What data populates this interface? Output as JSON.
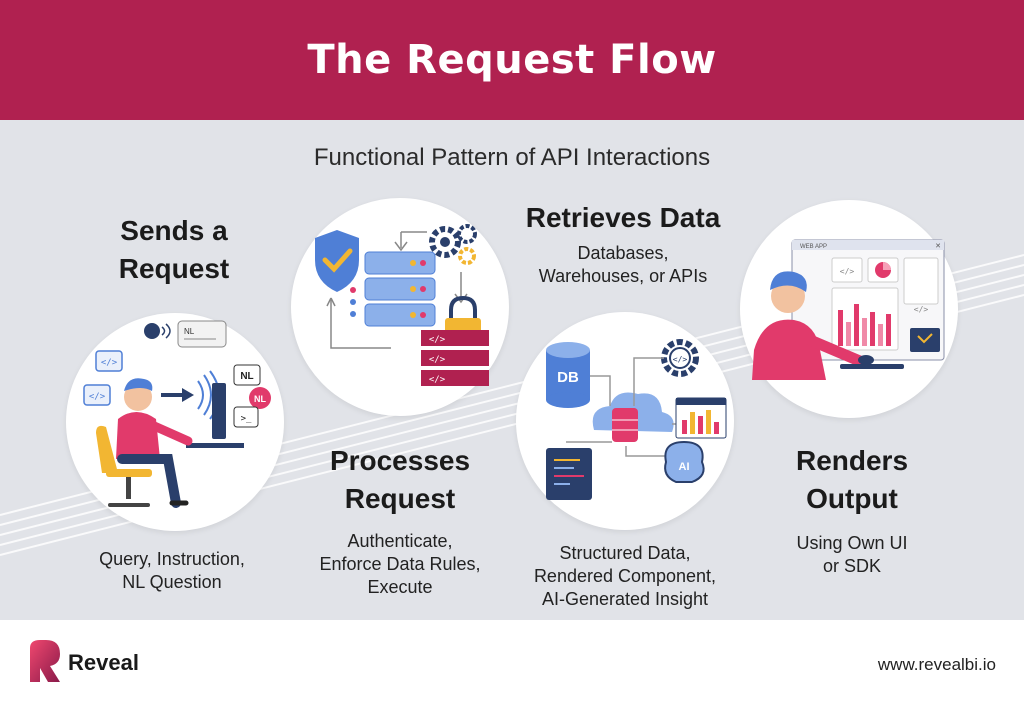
{
  "header": {
    "title": "The Request Flow"
  },
  "subtitle": "Functional Pattern of API Interactions",
  "steps": [
    {
      "title_line1": "Sends a",
      "title_line2": "Request",
      "desc_line1": "Query, Instruction,",
      "desc_line2": "NL Question"
    },
    {
      "title_line1": "Processes",
      "title_line2": "Request",
      "desc_line1": "Authenticate,",
      "desc_line2": "Enforce Data Rules,",
      "desc_line3": "Execute"
    },
    {
      "title": "Retrieves Data",
      "sub_line1": "Databases,",
      "sub_line2": "Warehouses, or APIs",
      "desc_line1": "Structured Data,",
      "desc_line2": "Rendered Component,",
      "desc_line3": "AI-Generated Insight"
    },
    {
      "title_line1": "Renders",
      "title_line2": "Output",
      "desc_line1": "Using Own UI",
      "desc_line2": "or SDK"
    }
  ],
  "illustrations": {
    "nl_label": "NL",
    "db_label": "DB",
    "ai_label": "AI",
    "code_tag": "</>",
    "window_title": "WEB APP"
  },
  "footer": {
    "brand": "Reveal",
    "website": "www.revealbi.io"
  },
  "colors": {
    "header": "#b02150",
    "accent_pink": "#e13a6b",
    "accent_blue": "#4f7fd6",
    "gold": "#f2b632"
  }
}
